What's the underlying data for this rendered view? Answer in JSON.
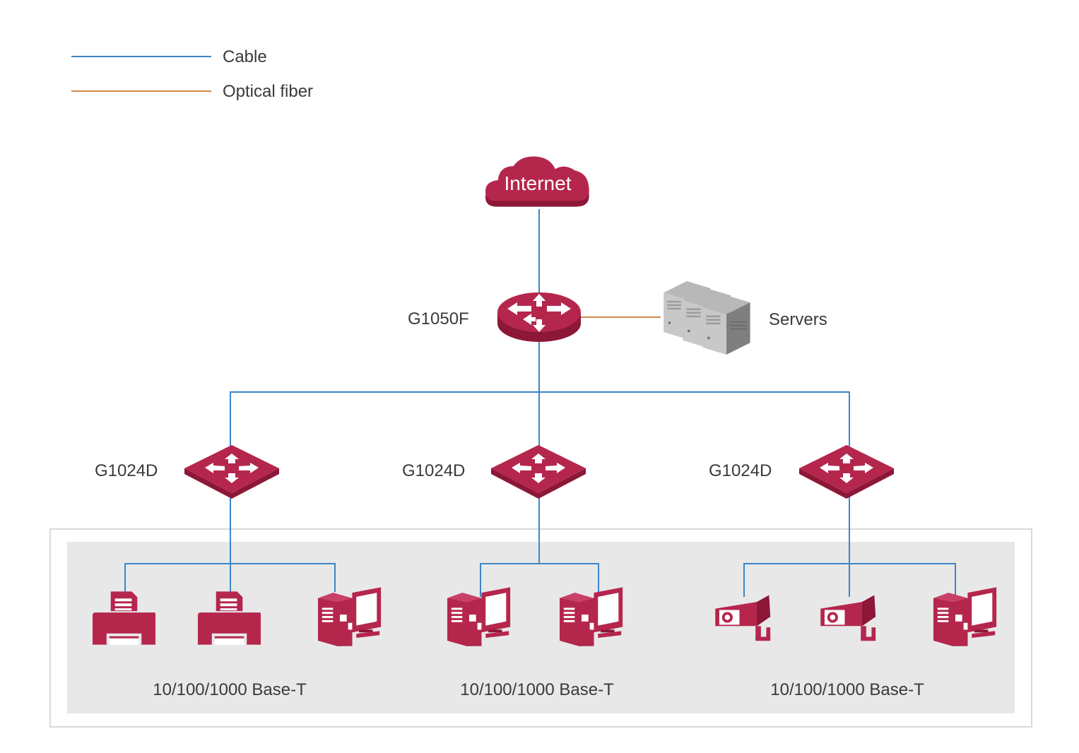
{
  "colors": {
    "cable": "#3d86c6",
    "fiber": "#cf8a4a",
    "device": "#b5264d",
    "device_dark": "#8c1737",
    "panel_bg": "#e8e8e8",
    "panel_border": "#d9d9d9",
    "server": "#9a9a9a"
  },
  "legend": {
    "cable": {
      "label": "Cable",
      "icon": "blue-line"
    },
    "fiber": {
      "label": "Optical fiber",
      "icon": "orange-line"
    }
  },
  "internet": {
    "label": "Internet",
    "icon": "cloud-icon"
  },
  "core": {
    "label": "G1050F",
    "icon": "core-switch-icon"
  },
  "servers": {
    "label": "Servers",
    "icon": "server-rack-icon"
  },
  "access_switches": [
    {
      "label": "G1024D",
      "icon": "switch-icon"
    },
    {
      "label": "G1024D",
      "icon": "switch-icon"
    },
    {
      "label": "G1024D",
      "icon": "switch-icon"
    }
  ],
  "groups": [
    {
      "label": "10/100/1000 Base-T",
      "devices": [
        "printer-icon",
        "printer-icon",
        "desktop-computer-icon"
      ]
    },
    {
      "label": "10/100/1000 Base-T",
      "devices": [
        "desktop-computer-icon",
        "desktop-computer-icon"
      ]
    },
    {
      "label": "10/100/1000 Base-T",
      "devices": [
        "camera-icon",
        "camera-icon",
        "desktop-computer-icon"
      ]
    }
  ]
}
